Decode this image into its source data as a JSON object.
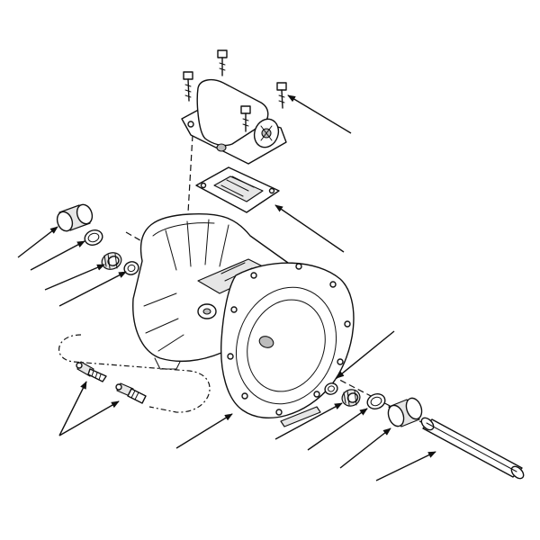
{
  "diagram": {
    "kind": "exploded-parts-view",
    "parts": [
      "valve-block",
      "mounting-bolts",
      "block-gasket",
      "pump-housing",
      "housing-flange",
      "left-bushing",
      "left-o-ring",
      "left-seal",
      "left-washer",
      "grease-fitting-straight",
      "grease-fitting-angled",
      "right-washer",
      "right-seal",
      "right-o-ring",
      "right-bushing",
      "shaft"
    ],
    "callout_count": 13,
    "colors": {
      "line": "#111111",
      "fill": "#ffffff",
      "shade": "#e6e6e6",
      "dark": "#bdbdbd"
    }
  }
}
